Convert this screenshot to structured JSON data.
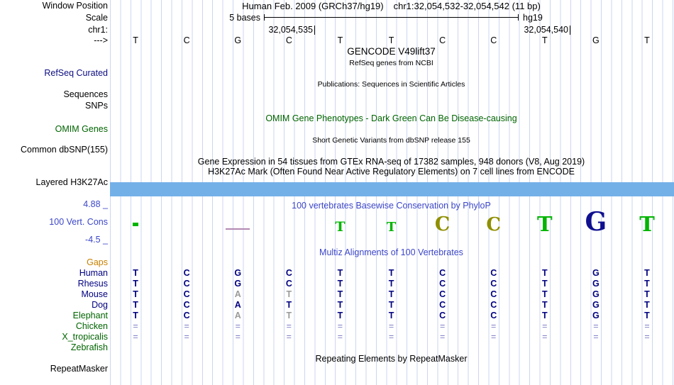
{
  "colors": {
    "navy": "#000080",
    "track_label_blue": "#0c0c82",
    "dark_green": "#006400",
    "cons_blue": "#3c46c8",
    "orange": "#c88000",
    "grid_blue": "#ccd6f1",
    "bar_blue": "#74b0e8",
    "gray": "#9a9a9a",
    "eq_blue": "#7d7dc8"
  },
  "header": {
    "assembly": "Human Feb. 2009 (GRCh37/hg19)",
    "position": "chr1:32,054,532-32,054,542 (11 bp)",
    "scale_label": "5 bases",
    "assembly_short": "hg19",
    "coord_left": "32,054,535",
    "coord_right": "32,054,540"
  },
  "sidebar": {
    "window_position": "Window Position",
    "scale": "Scale",
    "chr": "chr1:",
    "direction": "--->",
    "refseq_curated": "RefSeq Curated",
    "sequences": "Sequences",
    "snps": "SNPs",
    "omim_genes": "OMIM Genes",
    "common_dbsnp": "Common dbSNP(155)",
    "layered_h3k27ac": "Layered H3K27Ac",
    "cons_max": "4.88 _",
    "cons_label": "100 Vert. Cons",
    "cons_min": "-4.5 _",
    "repeatmasker": "RepeatMasker"
  },
  "tracks": {
    "gencode": "GENCODE V49lift37",
    "refseq": "RefSeq genes from NCBI",
    "publications": "Publications: Sequences in Scientific Articles",
    "omim": "OMIM Gene Phenotypes - Dark Green Can Be Disease-causing",
    "dbsnp": "Short Genetic Variants from dbSNP release 155",
    "gtex": "Gene Expression in 54 tissues from GTEx RNA-seq of 17382 samples, 948 donors (V8, Aug 2019)",
    "h3k27ac": "H3K27Ac Mark (Often Found Near Active Regulatory Elements) on 7 cell lines from ENCODE",
    "phylop": "100 vertebrates Basewise Conservation by PhyloP",
    "multiz": "Multiz Alignments of 100 Vertebrates",
    "repeatmasker": "Repeating Elements by RepeatMasker"
  },
  "sequence": {
    "bases": [
      "T",
      "C",
      "G",
      "C",
      "T",
      "T",
      "C",
      "C",
      "T",
      "G",
      "T"
    ]
  },
  "conservation": {
    "max_value": "4.88",
    "min_value": "-4.5",
    "items": [
      {
        "kind": "bar",
        "color": "#00b400"
      },
      {
        "kind": "none"
      },
      {
        "kind": "dash",
        "color": "#b287b2"
      },
      {
        "kind": "none"
      },
      {
        "kind": "letter",
        "char": "T",
        "color": "#00b400",
        "size": 19
      },
      {
        "kind": "letter",
        "char": "T",
        "color": "#00b400",
        "size": 18
      },
      {
        "kind": "letter",
        "char": "C",
        "color": "#8f8f00",
        "size": 27
      },
      {
        "kind": "letter",
        "char": "C",
        "color": "#8f8f00",
        "size": 26
      },
      {
        "kind": "letter",
        "char": "T",
        "color": "#00b400",
        "size": 29
      },
      {
        "kind": "letter",
        "char": "G",
        "color": "#101090",
        "size": 36
      },
      {
        "kind": "letter",
        "char": "T",
        "color": "#00b400",
        "size": 29
      }
    ]
  },
  "alignment": {
    "rows": [
      {
        "name": "Gaps",
        "label_color": "#c88000",
        "type": "empty"
      },
      {
        "name": "Human",
        "label_color": "#000080",
        "type": "letters",
        "cells": [
          "T",
          "C",
          "G",
          "C",
          "T",
          "T",
          "C",
          "C",
          "T",
          "G",
          "T"
        ],
        "gray": []
      },
      {
        "name": "Rhesus",
        "label_color": "#000080",
        "type": "letters",
        "cells": [
          "T",
          "C",
          "G",
          "C",
          "T",
          "T",
          "C",
          "C",
          "T",
          "G",
          "T"
        ],
        "gray": []
      },
      {
        "name": "Mouse",
        "label_color": "#000080",
        "type": "letters",
        "cells": [
          "T",
          "C",
          "A",
          "T",
          "T",
          "T",
          "C",
          "C",
          "T",
          "G",
          "T"
        ],
        "gray": [
          3,
          4
        ]
      },
      {
        "name": "Dog",
        "label_color": "#000080",
        "type": "letters",
        "cells": [
          "T",
          "C",
          "A",
          "T",
          "T",
          "T",
          "C",
          "C",
          "T",
          "G",
          "T"
        ],
        "gray": []
      },
      {
        "name": "Elephant",
        "label_color": "#006400",
        "type": "letters",
        "cells": [
          "T",
          "C",
          "A",
          "T",
          "T",
          "T",
          "C",
          "C",
          "T",
          "G",
          "T"
        ],
        "gray": [
          3,
          4
        ]
      },
      {
        "name": "Chicken",
        "label_color": "#006400",
        "type": "equals"
      },
      {
        "name": "X_tropicalis",
        "label_color": "#006400",
        "type": "equals"
      },
      {
        "name": "Zebrafish",
        "label_color": "#006400",
        "type": "empty"
      }
    ]
  }
}
